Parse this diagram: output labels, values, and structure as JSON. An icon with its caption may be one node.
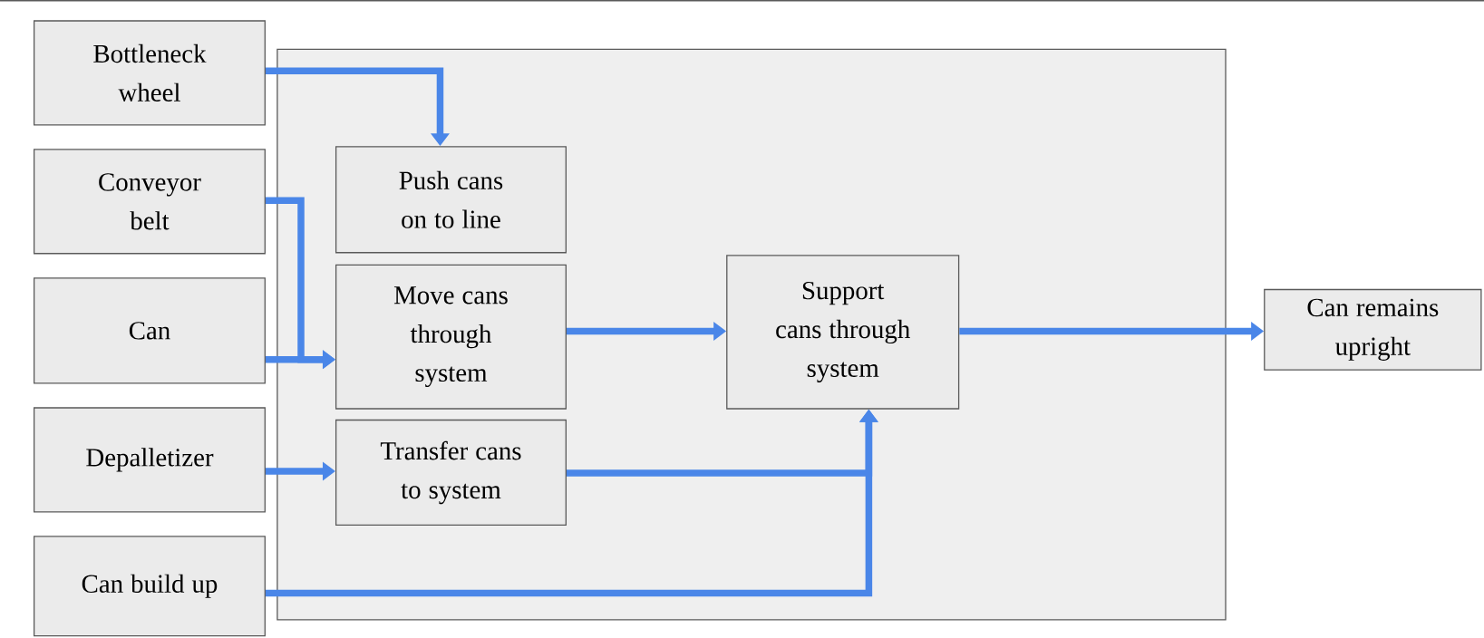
{
  "diagram": {
    "nodes": [
      {
        "text": [],
        "shape": "box"
      },
      {
        "text": [
          "Bottleneck wheel"
        ]
      },
      {
        "text": [
          "Conveyor belt"
        ]
      },
      {
        "text": [
          "Can"
        ]
      },
      {
        "text": [
          "Depalletizer"
        ]
      },
      {
        "text": [
          "Can build up"
        ]
      },
      {
        "text": [
          "Push cans on to line"
        ],
        "in": 0
      },
      {
        "text": [
          "Move cans through system"
        ],
        "in": 0
      },
      {
        "text": [
          "Transfer cans to system"
        ],
        "in": 0
      },
      {
        "text": [
          "Support cans through system"
        ],
        "in": 0
      },
      {
        "text": [
          "Can remains upright"
        ]
      }
    ],
    "edges": [
      {
        "from": 1,
        "to": 6,
        "arrow": "to"
      },
      {
        "from": 2,
        "to": 7,
        "arrow": "to"
      },
      {
        "from": 3,
        "to": 7,
        "arrow": "to"
      },
      {
        "from": 4,
        "to": 8,
        "arrow": "to"
      },
      {
        "from": 7,
        "to": 9,
        "arrow": "to"
      },
      {
        "from": 8,
        "to": 9,
        "arrow": "to"
      },
      {
        "from": 5,
        "to": 9,
        "arrow": "to"
      },
      {
        "from": 9,
        "to": 10,
        "arrow": "to"
      }
    ]
  }
}
